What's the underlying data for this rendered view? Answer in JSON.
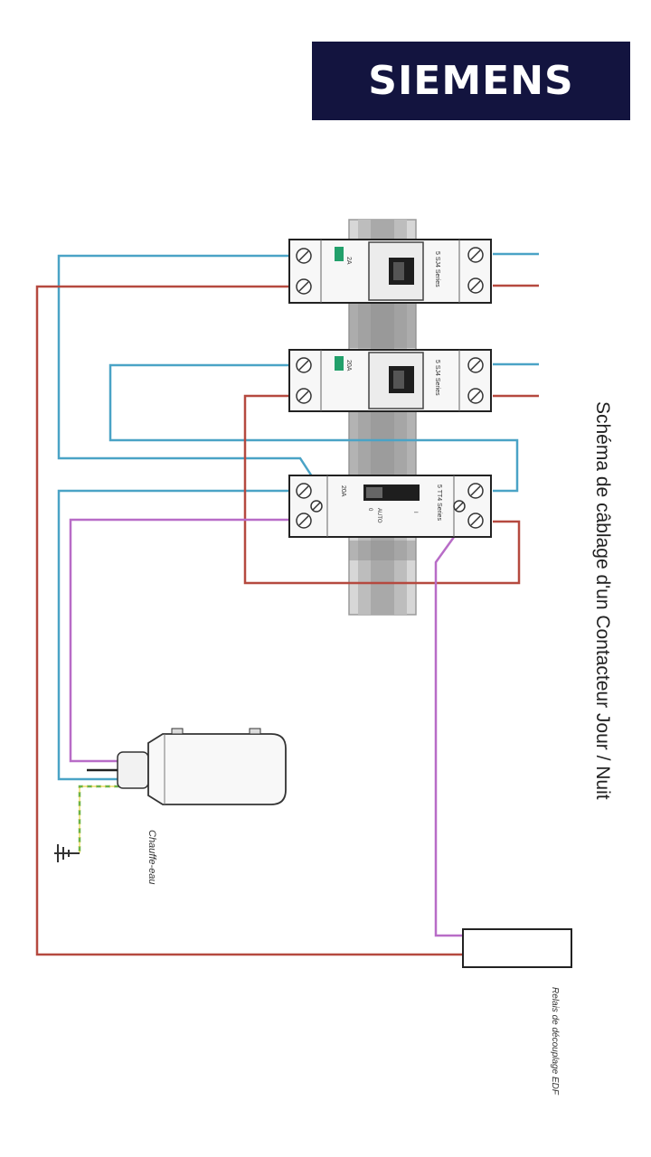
{
  "brand": {
    "name": "SIEMENS",
    "bg_color": "#13143f",
    "text_color": "#ffffff"
  },
  "diagram": {
    "title": "Schéma de câblage d'un Contacteur Jour / Nuit",
    "labels": {
      "water_heater": "Chauffe-eau",
      "relay": "Relais de découplage EDF"
    },
    "modules": [
      {
        "rating": "2A",
        "ref": "5 SJ4 Series"
      },
      {
        "rating": "20A",
        "ref": "5 SJ4 Series"
      },
      {
        "rating": "20A",
        "ref": "5 TT4 Series",
        "switch_labels": [
          "I",
          "AUTO",
          "0"
        ]
      }
    ],
    "wire_colors": {
      "neutral": "#4aa3c6",
      "phase": "#b5493f",
      "control": "#b86cc7",
      "earth": "#6bb34a"
    }
  }
}
